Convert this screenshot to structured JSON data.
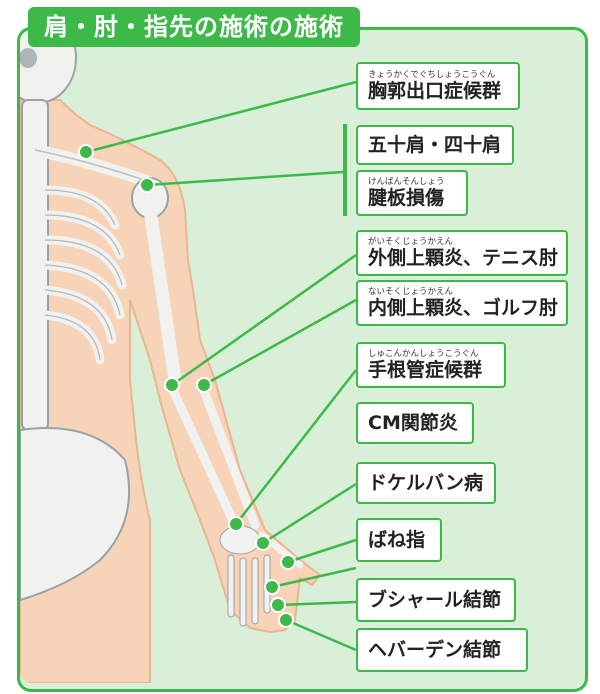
{
  "title": "肩・肘・指先の施術の施術",
  "labels": [
    {
      "id": "thoracic-outlet",
      "ruby": "きょうかくでぐちしょうこうぐん",
      "text": "胸郭出口症候群"
    },
    {
      "id": "frozen-shoulder",
      "ruby": "",
      "text": "五十肩・四十肩"
    },
    {
      "id": "tendon-injury",
      "ruby": "けんばんそんしょう",
      "text": "腱板損傷"
    },
    {
      "id": "lateral-epicondylitis",
      "ruby": "がいそくじょうかえん",
      "text": "外側上顆炎、テニス肘"
    },
    {
      "id": "medial-epicondylitis",
      "ruby": "ないそくじょうかえん",
      "text": "内側上顆炎、ゴルフ肘"
    },
    {
      "id": "carpal-tunnel",
      "ruby": "しゅこんかんしょうこうぐん",
      "text": "手根管症候群"
    },
    {
      "id": "cm-arthritis",
      "ruby": "",
      "text": "CM関節炎"
    },
    {
      "id": "de-quervain",
      "ruby": "",
      "text": "ドケルバン病"
    },
    {
      "id": "trigger-finger",
      "ruby": "",
      "text": "ばね指"
    },
    {
      "id": "bouchard",
      "ruby": "",
      "text": "ブシャール結節"
    },
    {
      "id": "heberden",
      "ruby": "",
      "text": "ヘバーデン結節"
    }
  ],
  "colors": {
    "accent": "#3db94a",
    "background": "#d9efd7",
    "skin": "#f7d4b7",
    "bone": "#f1f1ef"
  }
}
